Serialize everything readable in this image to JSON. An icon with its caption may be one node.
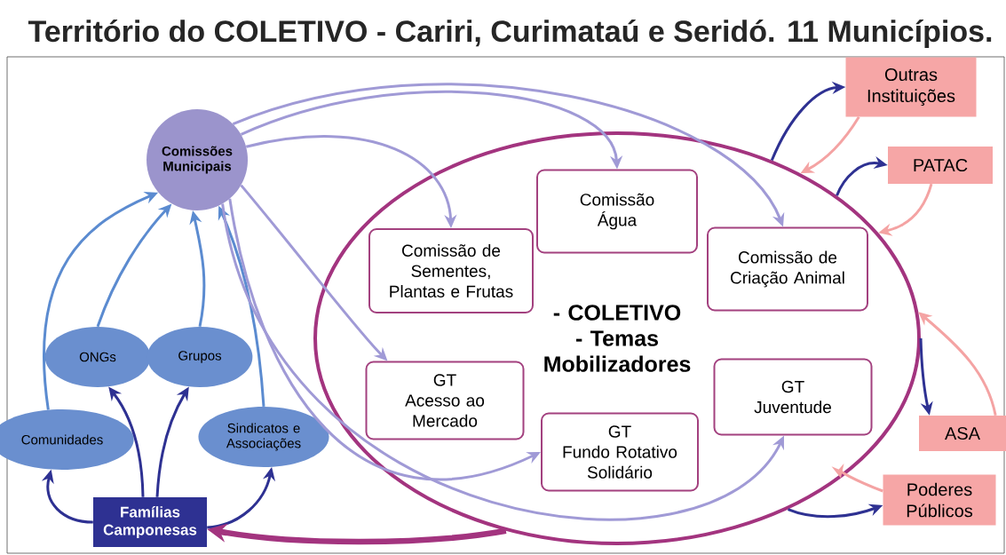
{
  "diagram": {
    "title": "Território do COLETIVO - Cariri, Curimataú e Seridó. 11 Municípios.",
    "nodes": [
      {
        "text": [
          "Comissões Municipais"
        ]
      },
      {
        "text": [
          "Comunidades"
        ]
      },
      {
        "text": [
          "ONGs"
        ]
      },
      {
        "text": [
          "Grupos"
        ]
      },
      {
        "text": [
          "Sindicatos e Associações"
        ]
      },
      {
        "text": [
          "Famílias Camponesas"
        ]
      },
      {
        "text": [
          "- COLETIVO - Temas Mobilizadores"
        ]
      },
      {
        "text": [
          "Comissão de Sementes, Plantas e Frutas"
        ],
        "in": 6
      },
      {
        "text": [
          "Comissão Água"
        ],
        "in": 6
      },
      {
        "text": [
          "Comissão de Criação Animal"
        ],
        "in": 6
      },
      {
        "text": [
          "GT",
          "Acesso ao Mercado"
        ],
        "in": 6
      },
      {
        "text": [
          "GT",
          "Fundo Rotativo Solidário"
        ],
        "in": 6
      },
      {
        "text": [
          "GT",
          "Juventude"
        ],
        "in": 6
      },
      {
        "text": [
          "Outras Instituições"
        ]
      },
      {
        "text": [
          "PATAC"
        ]
      },
      {
        "text": [
          "ASA"
        ]
      },
      {
        "text": [
          "Poderes Públicos"
        ]
      }
    ],
    "edges": [
      {
        "from": 5,
        "to": 1,
        "arrow": "to"
      },
      {
        "from": 5,
        "to": 2,
        "arrow": "to"
      },
      {
        "from": 5,
        "to": 3,
        "arrow": "to"
      },
      {
        "from": 5,
        "to": 4,
        "arrow": "to"
      },
      {
        "from": 1,
        "to": 0,
        "arrow": "to",
        "color": "#5b8bd0"
      },
      {
        "from": 2,
        "to": 0,
        "arrow": "to",
        "color": "#5b8bd0"
      },
      {
        "from": 3,
        "to": 0,
        "arrow": "to",
        "color": "#5b8bd0"
      },
      {
        "from": 4,
        "to": 0,
        "arrow": "to",
        "color": "#5b8bd0"
      },
      {
        "from": 0,
        "to": 7,
        "arrow": "to",
        "color": "#a09ad6"
      },
      {
        "from": 0,
        "to": 8,
        "arrow": "to",
        "color": "#a09ad6"
      },
      {
        "from": 0,
        "to": 9,
        "arrow": "to",
        "color": "#a09ad6"
      },
      {
        "from": 0,
        "to": 10,
        "arrow": "to",
        "color": "#a09ad6"
      },
      {
        "from": 0,
        "to": 11,
        "arrow": "to",
        "color": "#a09ad6"
      },
      {
        "from": 0,
        "to": 12,
        "arrow": "to",
        "color": "#a09ad6"
      },
      {
        "from": 6,
        "to": 5,
        "arrow": "to",
        "style": "thick",
        "color": "#a3347f"
      },
      {
        "from": 6,
        "to": 13,
        "arrow": "to"
      },
      {
        "from": 13,
        "to": 6,
        "arrow": "to",
        "color": "#f4a3a3"
      },
      {
        "from": 6,
        "to": 14,
        "arrow": "to"
      },
      {
        "from": 14,
        "to": 6,
        "arrow": "to",
        "color": "#f4a3a3"
      },
      {
        "from": 6,
        "to": 15,
        "arrow": "to"
      },
      {
        "from": 15,
        "to": 6,
        "arrow": "to",
        "color": "#f4a3a3"
      },
      {
        "from": 6,
        "to": 16,
        "arrow": "to"
      },
      {
        "from": 16,
        "to": 6,
        "arrow": "to",
        "color": "#f4a3a3"
      }
    ]
  }
}
